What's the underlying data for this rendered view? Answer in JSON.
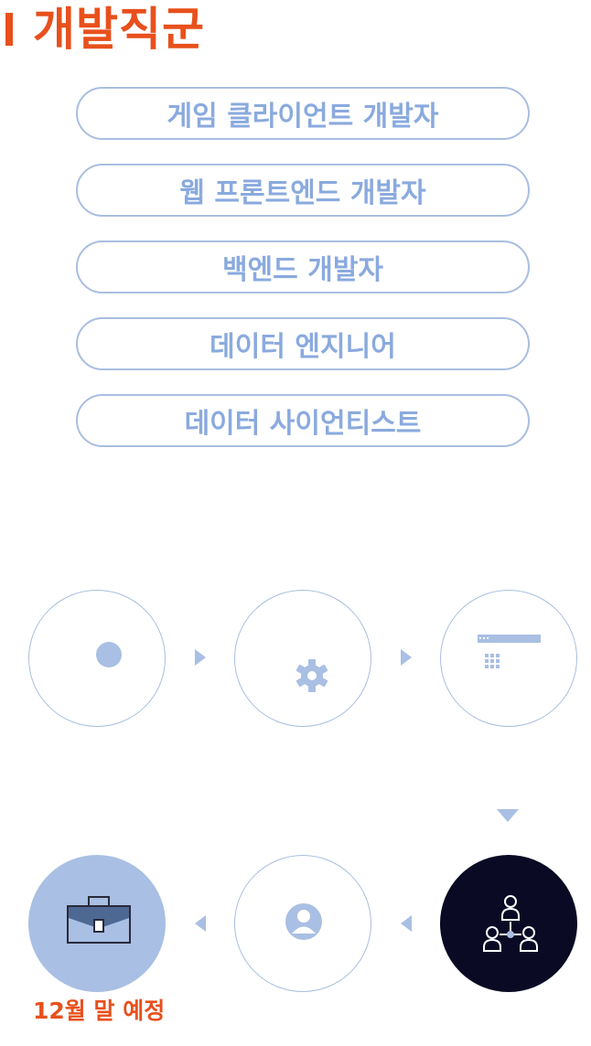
{
  "section": {
    "title": "개발직군",
    "accent_color": "#e8501c"
  },
  "jobs": [
    {
      "label": "게임 클라이언트 개발자"
    },
    {
      "label": "웹 프론트엔드 개발자"
    },
    {
      "label": "백엔드 개발자"
    },
    {
      "label": "데이터 엔지니어"
    },
    {
      "label": "데이터 사이언티스트"
    }
  ],
  "process": {
    "steps": [
      {
        "icon": "dot-icon",
        "state": "default"
      },
      {
        "icon": "gear-icon",
        "state": "default"
      },
      {
        "icon": "browser-grid-icon",
        "state": "default"
      },
      {
        "icon": "team-network-icon",
        "state": "active-dark"
      },
      {
        "icon": "person-icon",
        "state": "default"
      },
      {
        "icon": "briefcase-icon",
        "state": "highlighted"
      }
    ],
    "note": "12월 말 예정",
    "colors": {
      "outline": "#a9bee0",
      "fill": "#a9bfe3",
      "dark": "#0a0a25"
    }
  }
}
